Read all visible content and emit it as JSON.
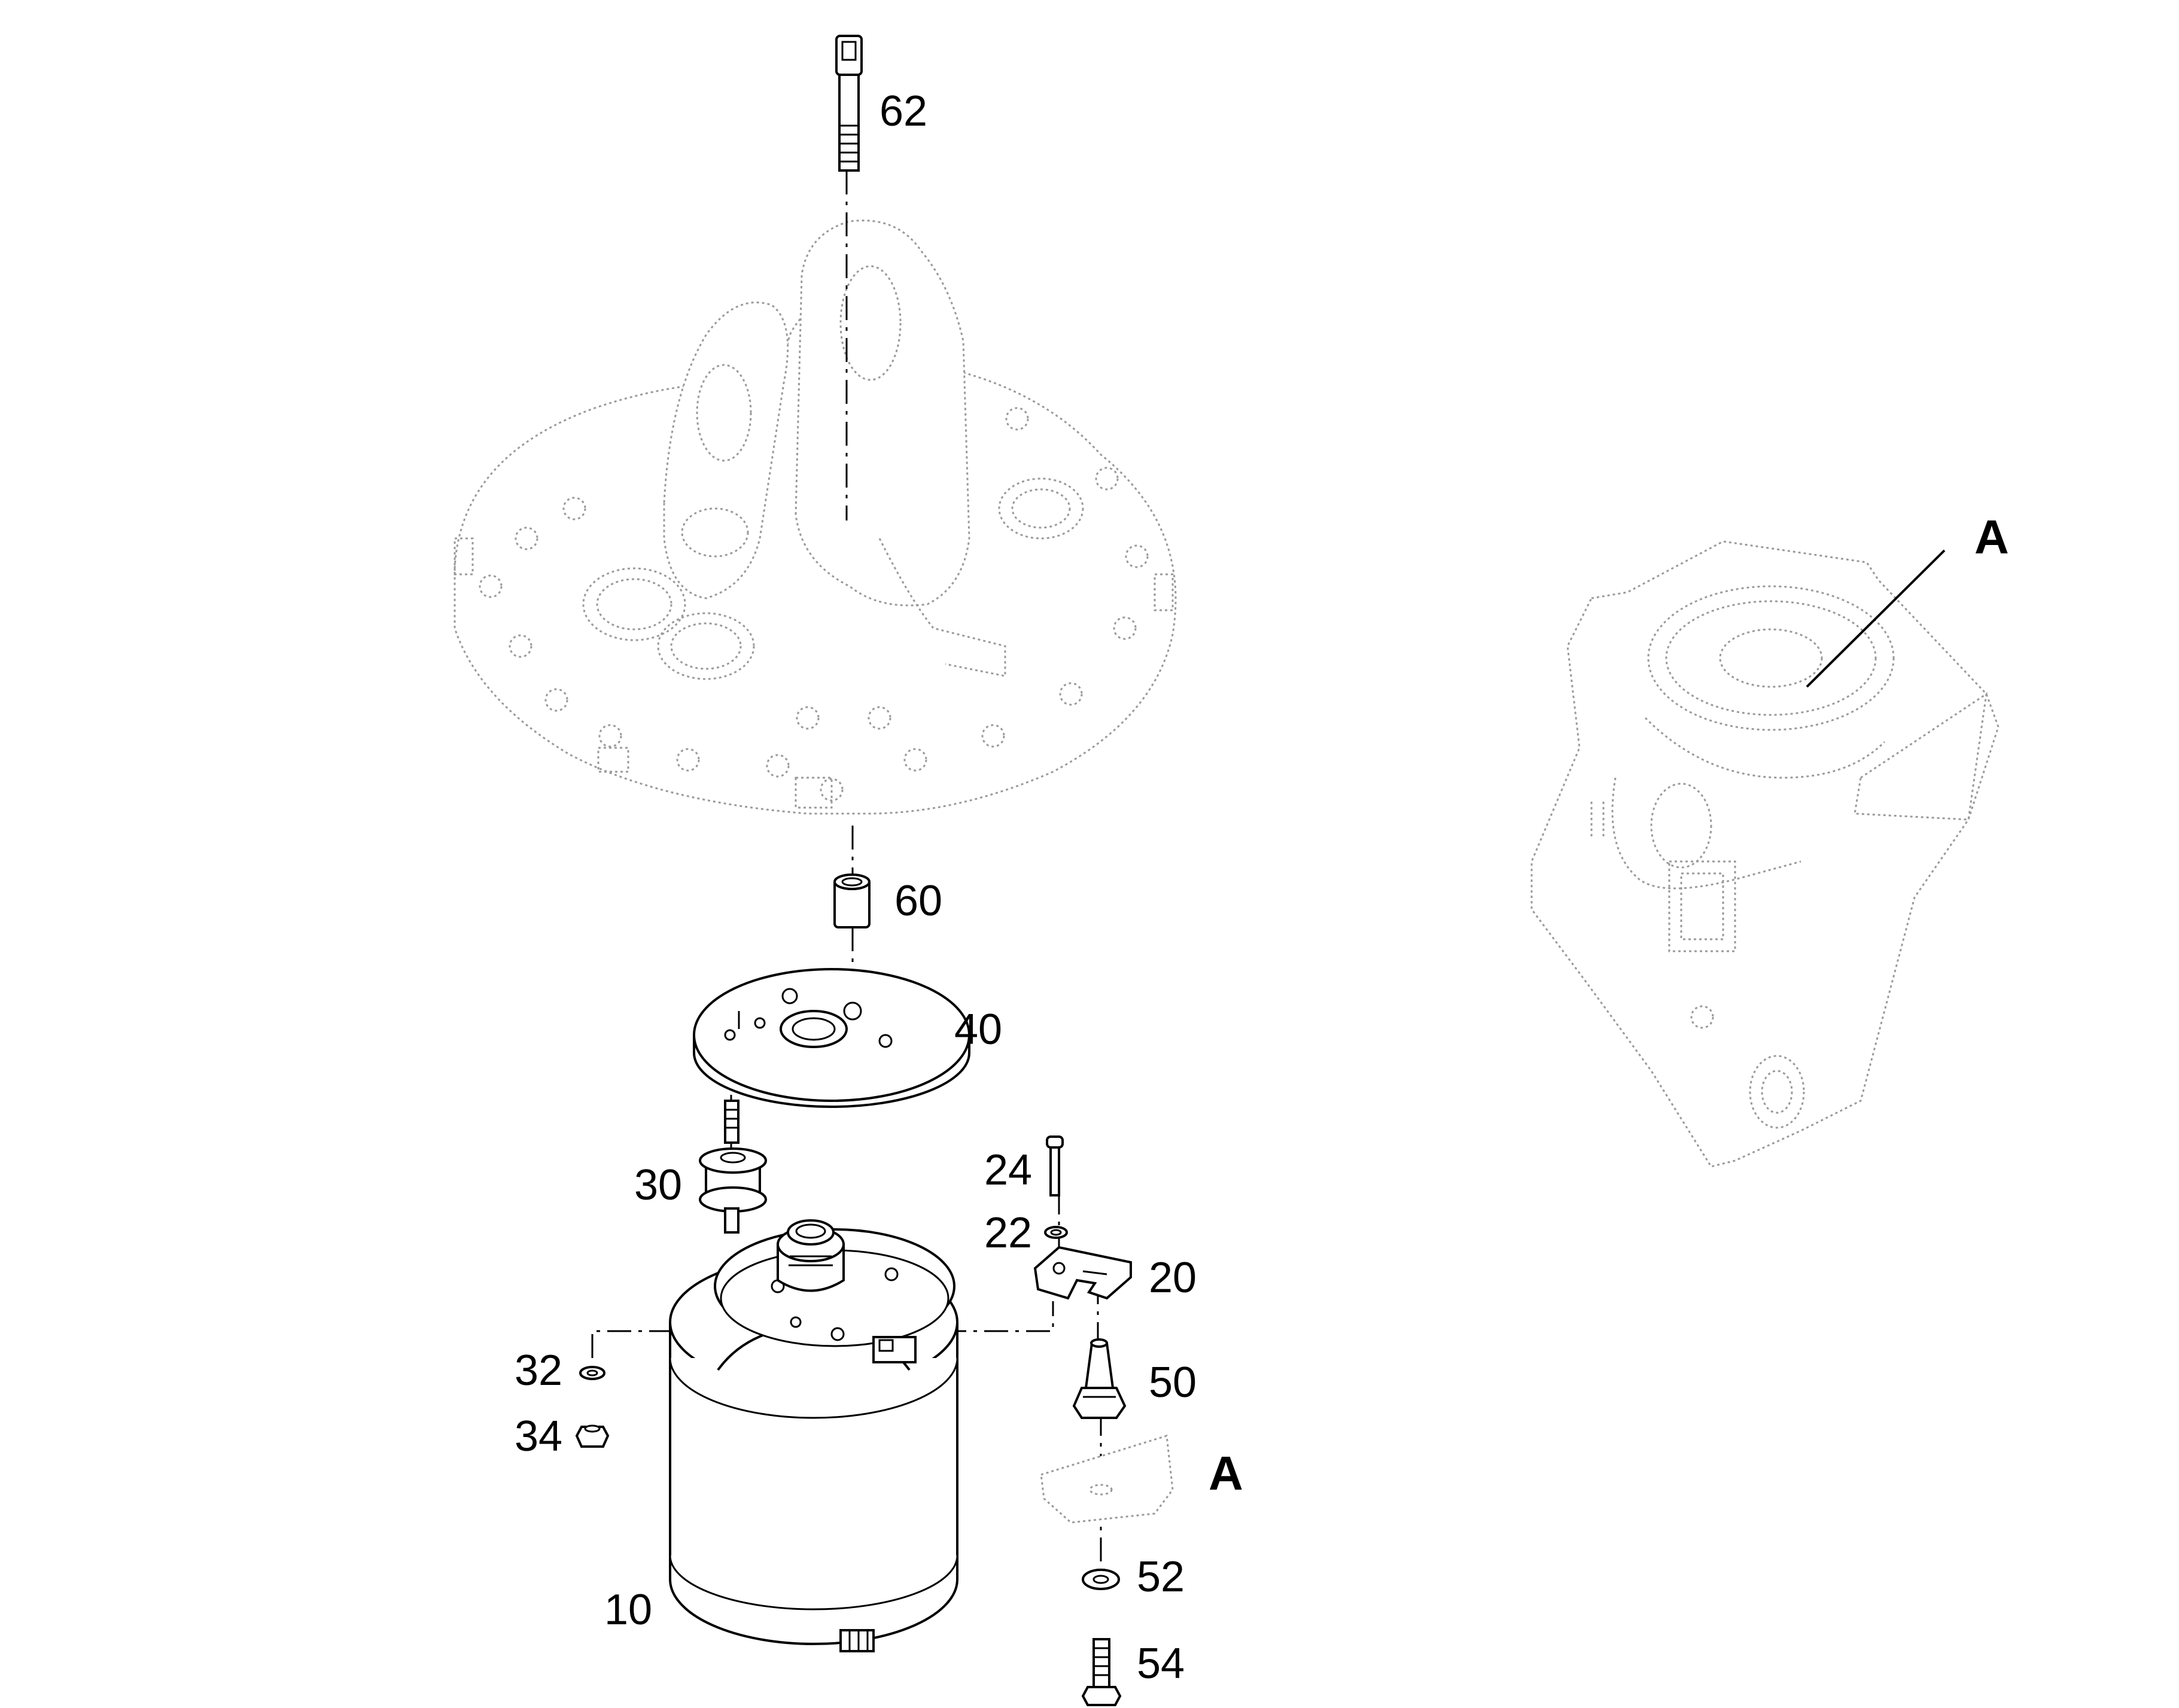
{
  "parts": {
    "p62": "62",
    "p60": "60",
    "p40": "40",
    "p30": "30",
    "p24": "24",
    "p22": "22",
    "p20": "20",
    "p50": "50",
    "p32": "32",
    "p34": "34",
    "p52": "52",
    "p54": "54",
    "p10": "10"
  },
  "detail": {
    "label_main": "A",
    "label_inset": "A"
  }
}
